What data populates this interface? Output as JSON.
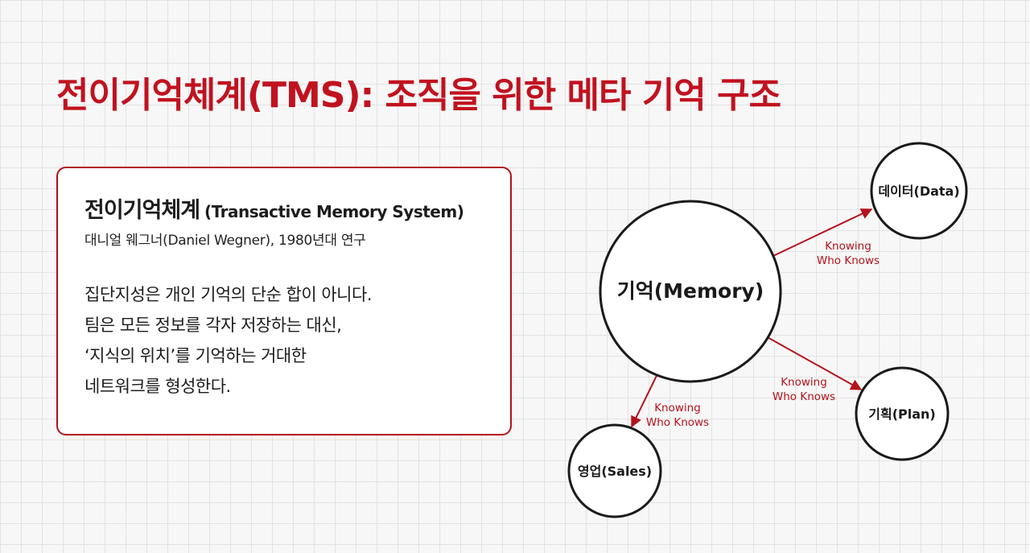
{
  "slide": {
    "title": "전이기억체계(TMS): 조직을 위한 메타 기억 구조"
  },
  "card": {
    "heading_ko": "전이기억체계",
    "heading_en": "(Transactive Memory System)",
    "subtitle": "대니얼 웨그너(Daniel Wegner), 1980년대 연구",
    "body_lines": [
      "집단지성은 개인 기억의 단순 합이 아니다.",
      "팀은 모든 정보를 각자 저장하는 대신,",
      "‘지식의 위치’를 기억하는 거대한",
      "네트워크를 형성한다."
    ]
  },
  "diagram": {
    "accent_color": "#b5121b",
    "nodes": {
      "memory": "기억(Memory)",
      "data": "데이터(Data)",
      "plan": "기획(Plan)",
      "sales": "영업(Sales)"
    },
    "edges": {
      "to_data": [
        "Knowing",
        "Who Knows"
      ],
      "to_plan": [
        "Knowing",
        "Who Knows"
      ],
      "to_sales": [
        "Knowing",
        "Who Knows"
      ]
    }
  }
}
